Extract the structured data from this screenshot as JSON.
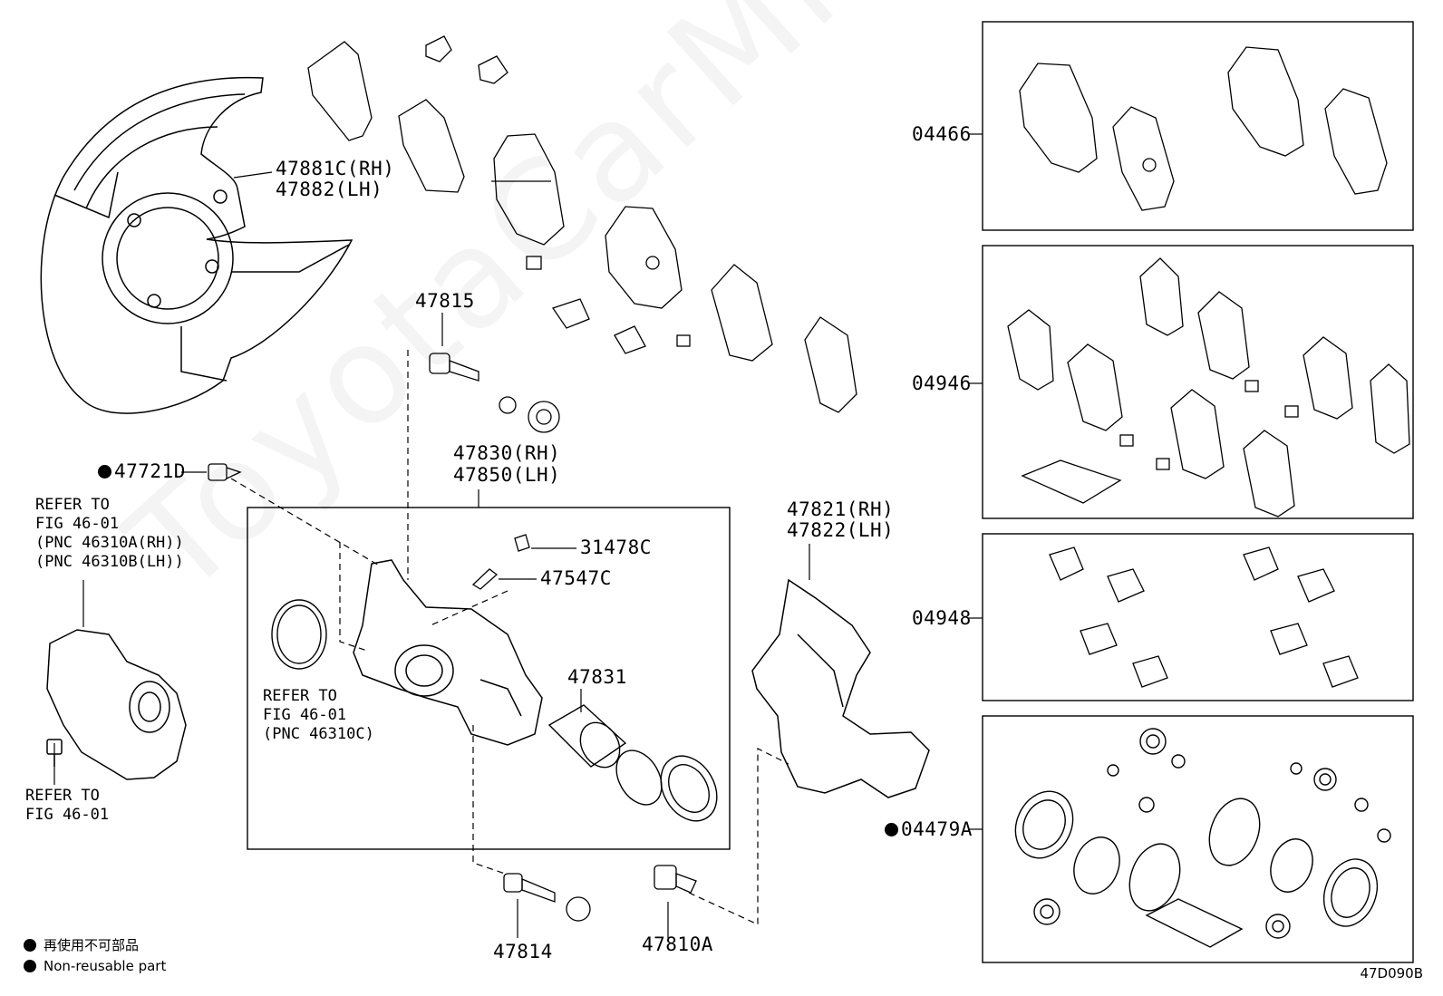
{
  "diagram": {
    "labels": {
      "dust_cover": [
        "47881C(RH)",
        "47882(LH)"
      ],
      "pin_upper": "47815",
      "caliper_assy": [
        "47830(RH)",
        "47850(LH)"
      ],
      "bolt_47721d": "47721D",
      "cap": "31478C",
      "bleeder": "47547C",
      "piston": "47831",
      "mounting": [
        "47821(RH)",
        "47822(LH)"
      ],
      "pin_lower": "47814",
      "bolt_47810a": "47810A",
      "pad_kit": "04466",
      "shim_kit": "04946",
      "fitting_kit": "04948",
      "cylinder_kit": "04479A"
    },
    "refer_actuator": [
      "REFER TO",
      "FIG 46-01",
      "(PNC 46310A(RH))",
      "(PNC 46310B(LH))"
    ],
    "refer_ring": [
      "REFER TO",
      "FIG 46-01",
      "(PNC 46310C)"
    ],
    "refer_screw": [
      "REFER TO",
      "FIG 46-01"
    ],
    "legend": {
      "jp": "再使用不可部品",
      "en": "Non-reusable part"
    },
    "figure_code": "47D090B",
    "watermark": "ToyotaCarMine.ru"
  }
}
